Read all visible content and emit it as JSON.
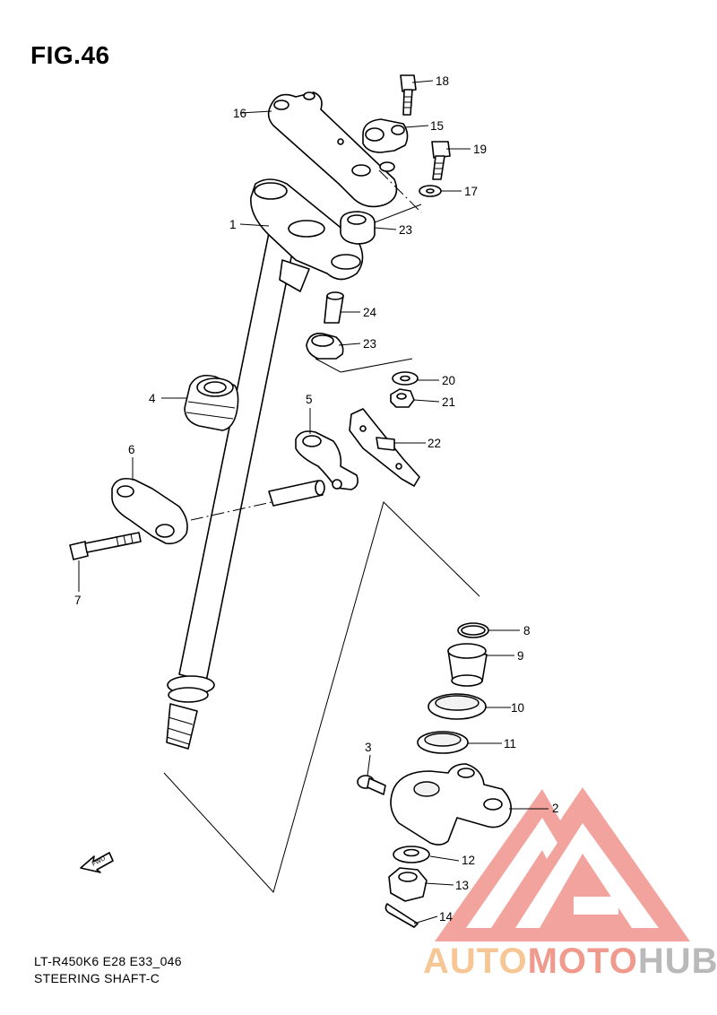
{
  "figure": {
    "title": "FIG.46",
    "model_code": "LT-R450K6 E28 E33_046",
    "section_name": "STEERING SHAFT-C"
  },
  "callouts": [
    "1",
    "2",
    "3",
    "4",
    "5",
    "6",
    "7",
    "8",
    "9",
    "10",
    "11",
    "12",
    "13",
    "14",
    "15",
    "16",
    "17",
    "18",
    "19",
    "20",
    "21",
    "22",
    "23",
    "23",
    "24"
  ],
  "watermark": {
    "part_a": "AUTO",
    "part_b": "MOTO",
    "part_c": "HUB",
    "colors": {
      "a": "#f6c795",
      "b": "#f09a8e",
      "c": "#b9b9b9",
      "triangle": "#f29a93"
    }
  },
  "direction_arrow": {
    "label": "FWD"
  }
}
